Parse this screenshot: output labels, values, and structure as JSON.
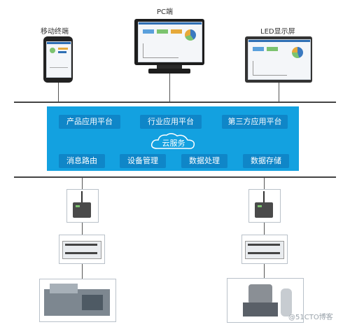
{
  "devices": {
    "pc_label": "PC端",
    "mobile_label": "移动终端",
    "led_label": "LED显示屏"
  },
  "platforms": {
    "product": "产品应用平台",
    "industry": "行业应用平台",
    "third_party": "第三方应用平台"
  },
  "cloud": {
    "label": "云服务"
  },
  "services": {
    "routing": "消息路由",
    "device_mgmt": "设备管理",
    "data_processing": "数据处理",
    "data_storage": "数据存储"
  },
  "watermark": "@51CTO博客",
  "colors": {
    "cloud_panel": "#13a1e0",
    "pill": "#0f86c8",
    "line": "#444444"
  }
}
